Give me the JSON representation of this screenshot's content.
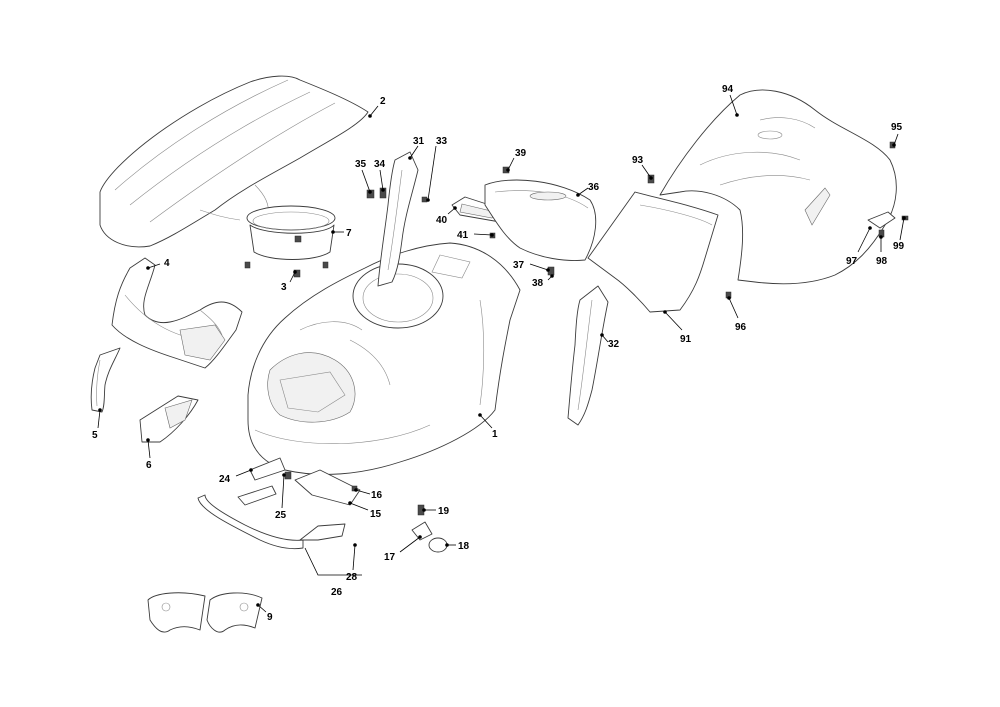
{
  "diagram": {
    "callouts": [
      {
        "id": "c1",
        "label": "1"
      },
      {
        "id": "c2",
        "label": "2"
      },
      {
        "id": "c3",
        "label": "3"
      },
      {
        "id": "c4",
        "label": "4"
      },
      {
        "id": "c5",
        "label": "5"
      },
      {
        "id": "c6",
        "label": "6"
      },
      {
        "id": "c7",
        "label": "7"
      },
      {
        "id": "c9",
        "label": "9"
      },
      {
        "id": "c15",
        "label": "15"
      },
      {
        "id": "c16",
        "label": "16"
      },
      {
        "id": "c17",
        "label": "17"
      },
      {
        "id": "c18",
        "label": "18"
      },
      {
        "id": "c19",
        "label": "19"
      },
      {
        "id": "c24",
        "label": "24"
      },
      {
        "id": "c25",
        "label": "25"
      },
      {
        "id": "c26",
        "label": "26"
      },
      {
        "id": "c28",
        "label": "28"
      },
      {
        "id": "c31",
        "label": "31"
      },
      {
        "id": "c32",
        "label": "32"
      },
      {
        "id": "c33",
        "label": "33"
      },
      {
        "id": "c34",
        "label": "34"
      },
      {
        "id": "c35",
        "label": "35"
      },
      {
        "id": "c36",
        "label": "36"
      },
      {
        "id": "c37",
        "label": "37"
      },
      {
        "id": "c38",
        "label": "38"
      },
      {
        "id": "c39",
        "label": "39"
      },
      {
        "id": "c40",
        "label": "40"
      },
      {
        "id": "c41",
        "label": "41"
      },
      {
        "id": "c91",
        "label": "91"
      },
      {
        "id": "c93",
        "label": "93"
      },
      {
        "id": "c94",
        "label": "94"
      },
      {
        "id": "c95",
        "label": "95"
      },
      {
        "id": "c96",
        "label": "96"
      },
      {
        "id": "c97",
        "label": "97"
      },
      {
        "id": "c98",
        "label": "98"
      },
      {
        "id": "c99",
        "label": "99"
      }
    ]
  }
}
